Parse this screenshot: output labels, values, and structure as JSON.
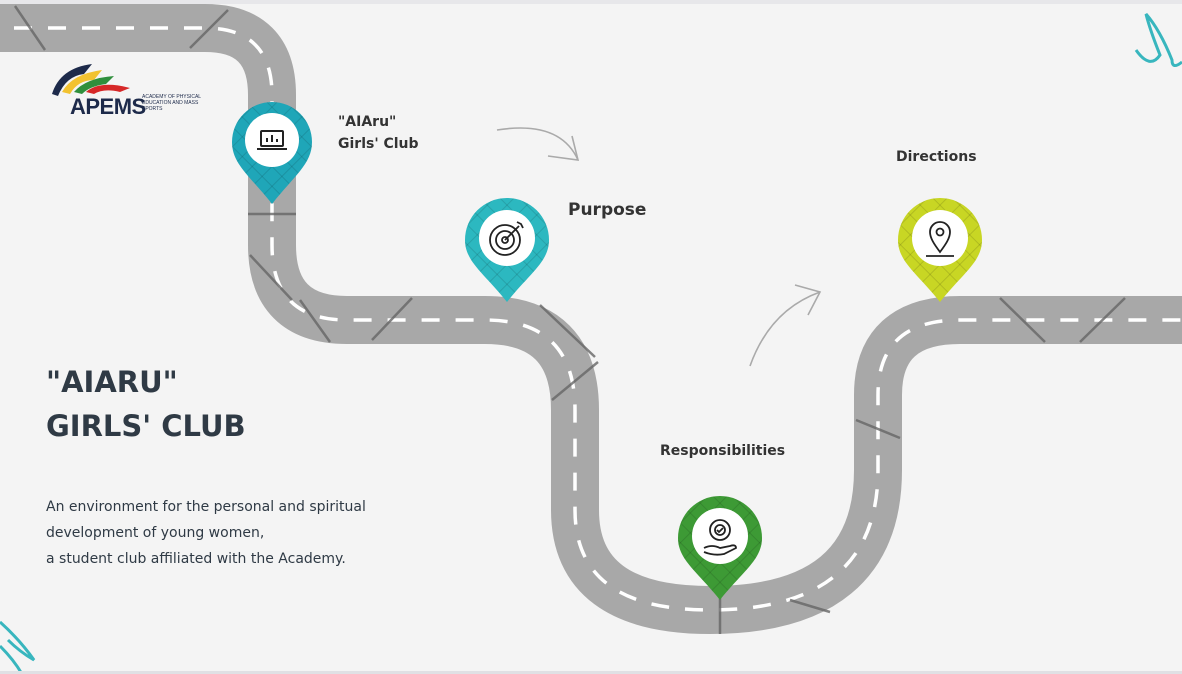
{
  "logo": {
    "name": "APEMS",
    "subtitle": "Academy of Physical Education and Mass Sports"
  },
  "pins": [
    {
      "label_line1": "\"AIAru\"",
      "label_line2": "Girls' Club",
      "icon": "laptop-icon",
      "color": "#1fa6b8"
    },
    {
      "label": "Purpose",
      "icon": "target-icon",
      "color": "#2cb8c0"
    },
    {
      "label": "Responsibilities",
      "icon": "gear-check-hand-icon",
      "color": "#3d9a35"
    },
    {
      "label": "Directions",
      "icon": "location-pin-icon",
      "color": "#c8d624"
    }
  ],
  "title": {
    "line1": "\"AIARU\"",
    "line2": "GIRLS' CLUB"
  },
  "description": "An environment for the personal and spiritual\ndevelopment of young women,\n a student club affiliated with the Academy.",
  "colors": {
    "road": "#b0b0b0",
    "road_edge": "#9a9a9a",
    "accent_teal": "#2cb8c0",
    "background": "#f4f4f4"
  }
}
